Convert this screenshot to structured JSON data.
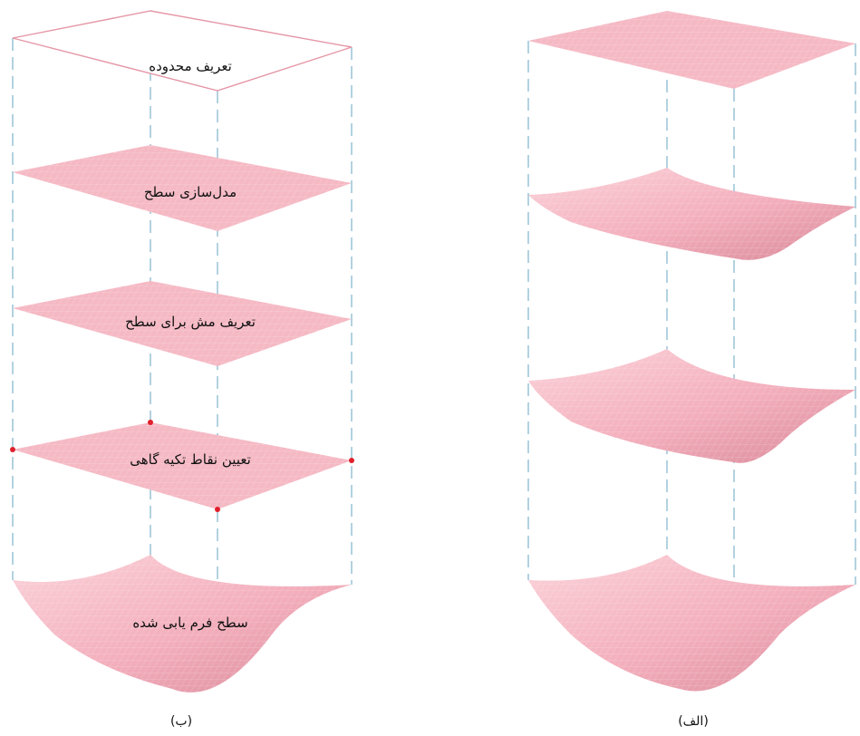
{
  "figure": {
    "colors": {
      "surface": "#f5b9c4",
      "surface_dark": "#d88c9a",
      "mesh_line": "#ffffff",
      "guide_line": "#7fb3cc",
      "support_point": "#e0202c",
      "outline": "#e596a6"
    },
    "panel_b": {
      "caption": "(ب)",
      "stages": [
        "تعریف محدوده",
        "مدل‌سازی سطح",
        "تعریف مش برای سطح",
        "تعیین نقاط تکیه گاهی",
        "سطح فرم یابی شده"
      ]
    },
    "panel_a": {
      "caption": "(الف)"
    }
  }
}
